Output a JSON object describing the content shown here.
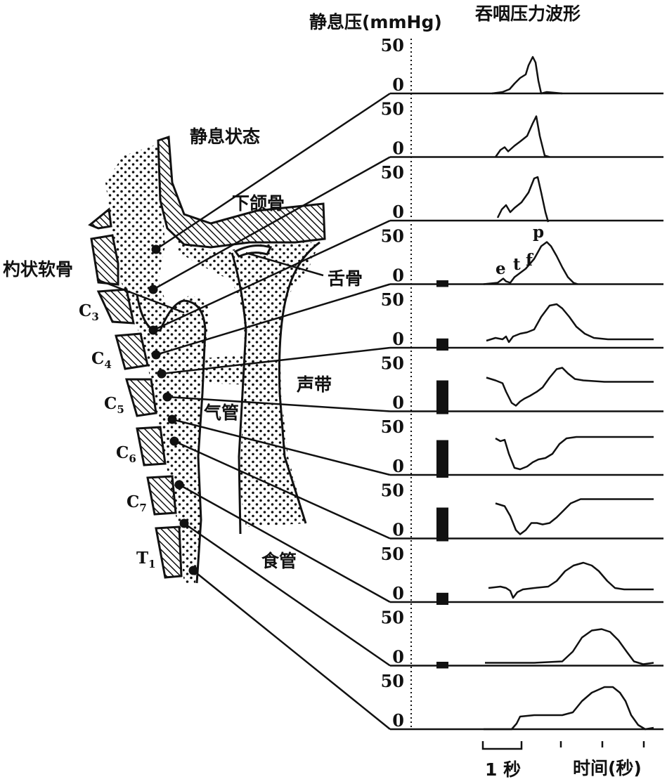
{
  "header": {
    "resting_pressure": "静息压(mmHg)",
    "swallow_waveform": "吞咽压力波形"
  },
  "anatomy": {
    "resting_state": "静息状态",
    "mandible": "下颌骨",
    "arytenoid": "杓状软骨",
    "hyoid": "舌骨",
    "vocal_cord": "声带",
    "trachea": "气管",
    "esophagus": "食管"
  },
  "vertebrae": [
    {
      "main": "C",
      "sub": "3"
    },
    {
      "main": "C",
      "sub": "4"
    },
    {
      "main": "C",
      "sub": "5"
    },
    {
      "main": "C",
      "sub": "6"
    },
    {
      "main": "C",
      "sub": "7"
    },
    {
      "main": "T",
      "sub": "1"
    }
  ],
  "axis": {
    "tick_top": "50",
    "tick_zero": "0",
    "time_scale": "1 秒",
    "time_label": "时间(秒)"
  },
  "wave_markers": {
    "e": "e",
    "t": "t",
    "f": "f",
    "p": "p"
  },
  "channels": [
    {
      "resting": 0
    },
    {
      "resting": 0
    },
    {
      "resting": 0
    },
    {
      "resting": 5
    },
    {
      "resting": 12
    },
    {
      "resting": 40
    },
    {
      "resting": 45
    },
    {
      "resting": 40
    },
    {
      "resting": 12
    },
    {
      "resting": 5
    },
    {
      "resting": 0
    }
  ]
}
